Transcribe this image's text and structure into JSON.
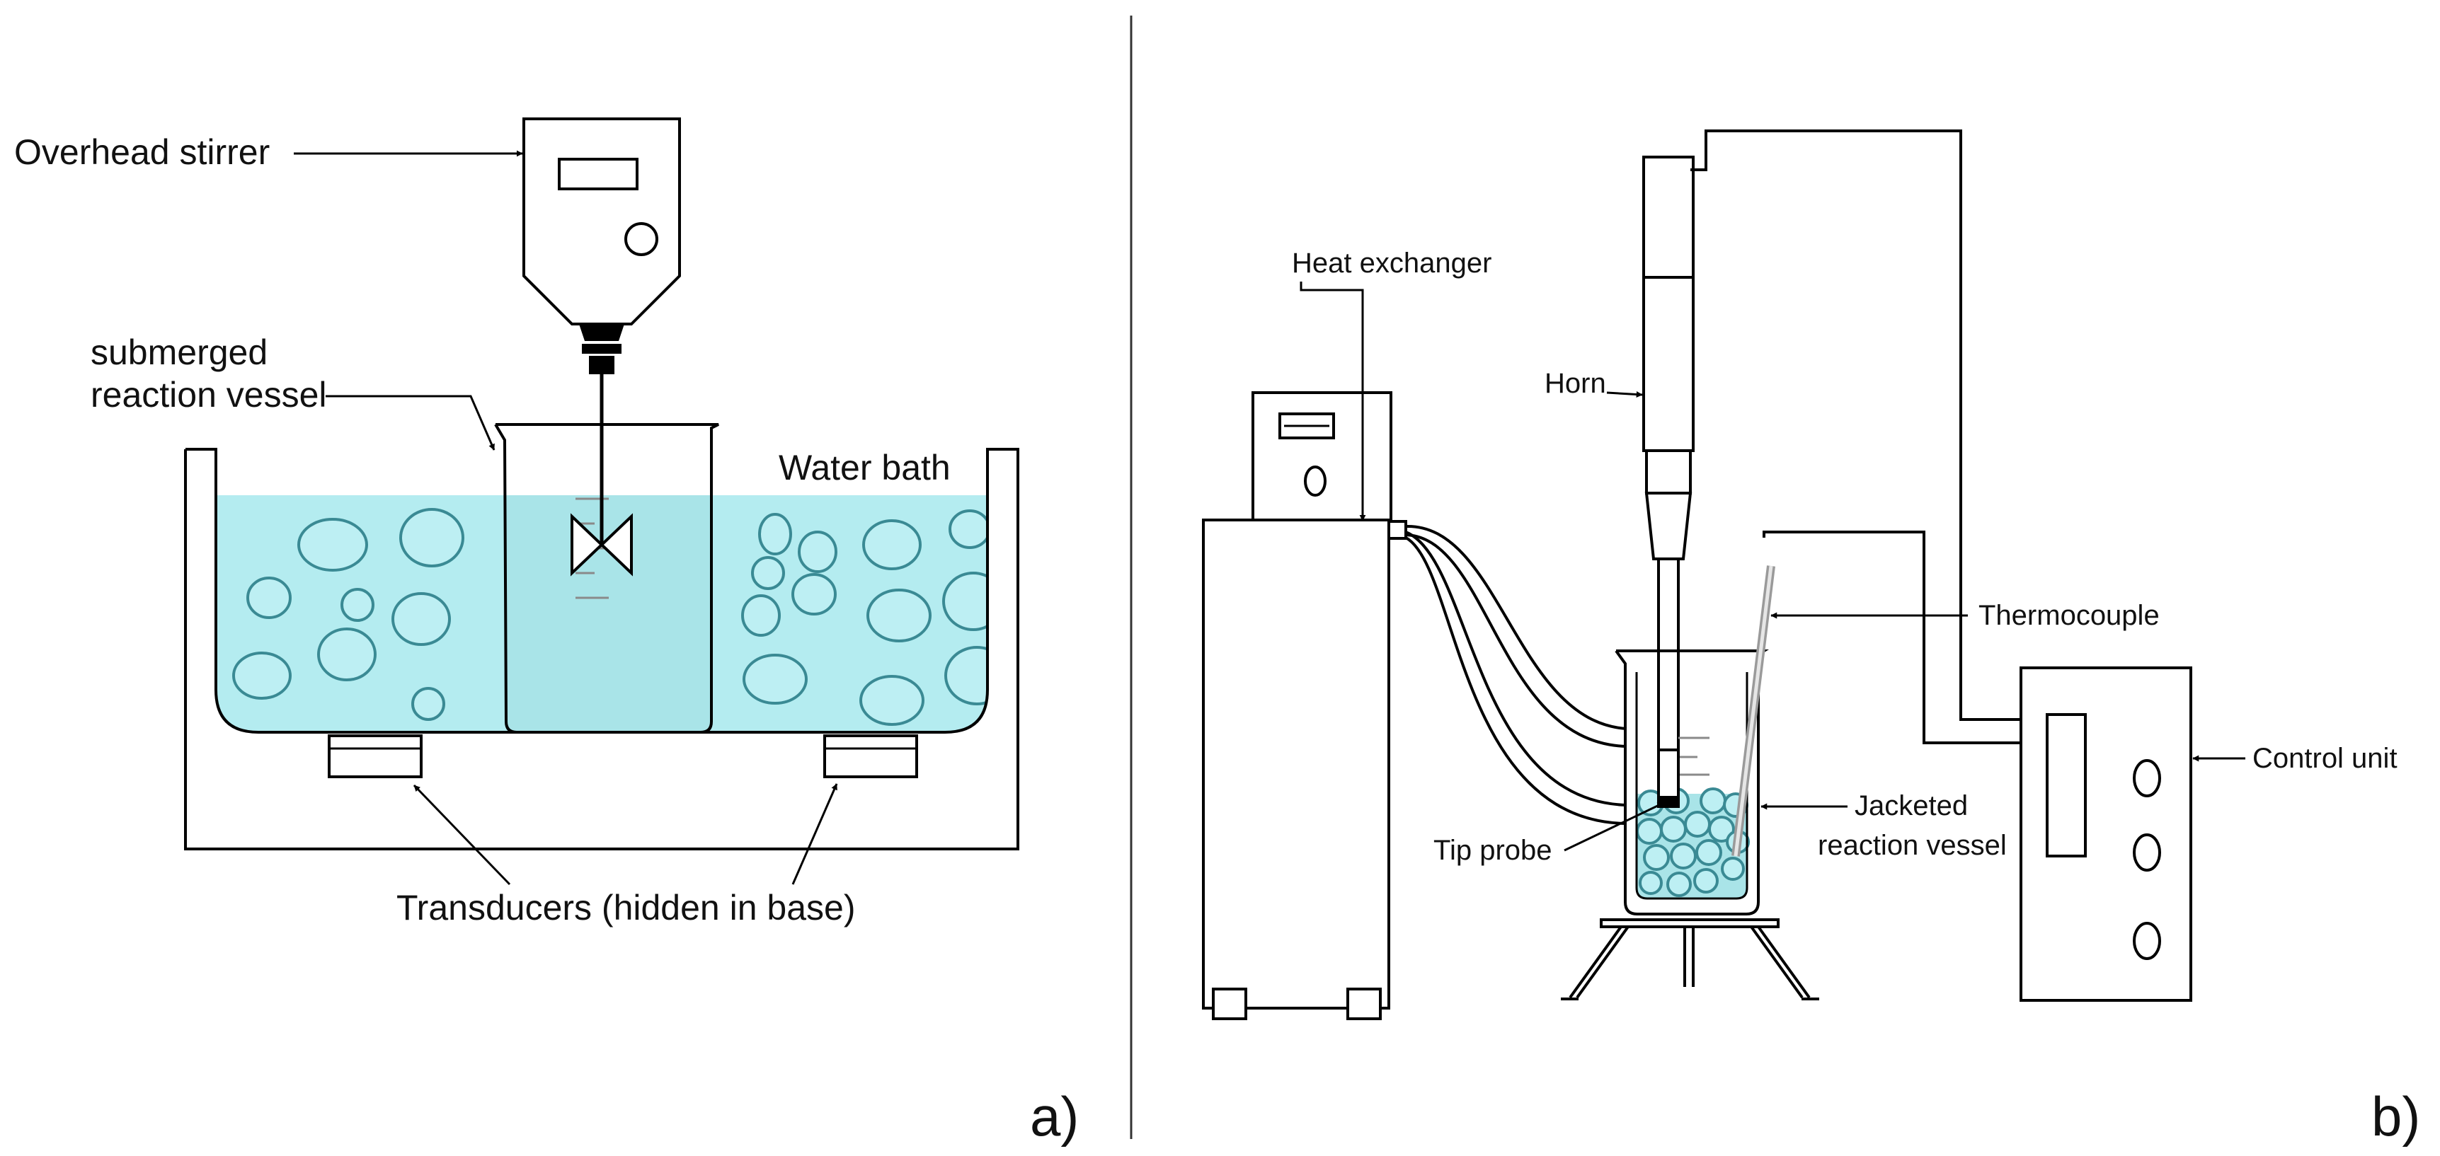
{
  "panel_a": {
    "letter": "a)",
    "labels": {
      "overhead_stirrer": "Overhead stirrer",
      "submerged_line1": "submerged",
      "submerged_line2": "reaction vessel",
      "water_bath": "Water bath",
      "transducers": "Transducers (hidden in base)"
    }
  },
  "panel_b": {
    "letter": "b)",
    "labels": {
      "heat_exchanger": "Heat exchanger",
      "horn": "Horn",
      "thermocouple": "Thermocouple",
      "control_unit": "Control unit",
      "jacketed_line1": "Jacketed",
      "jacketed_line2": "reaction vessel",
      "tip_probe": "Tip probe"
    }
  },
  "colors": {
    "water": "#b4ecf0",
    "bubble_fill": "#bdeff3",
    "bubble_stroke": "#3a8a94",
    "line": "#000000"
  }
}
